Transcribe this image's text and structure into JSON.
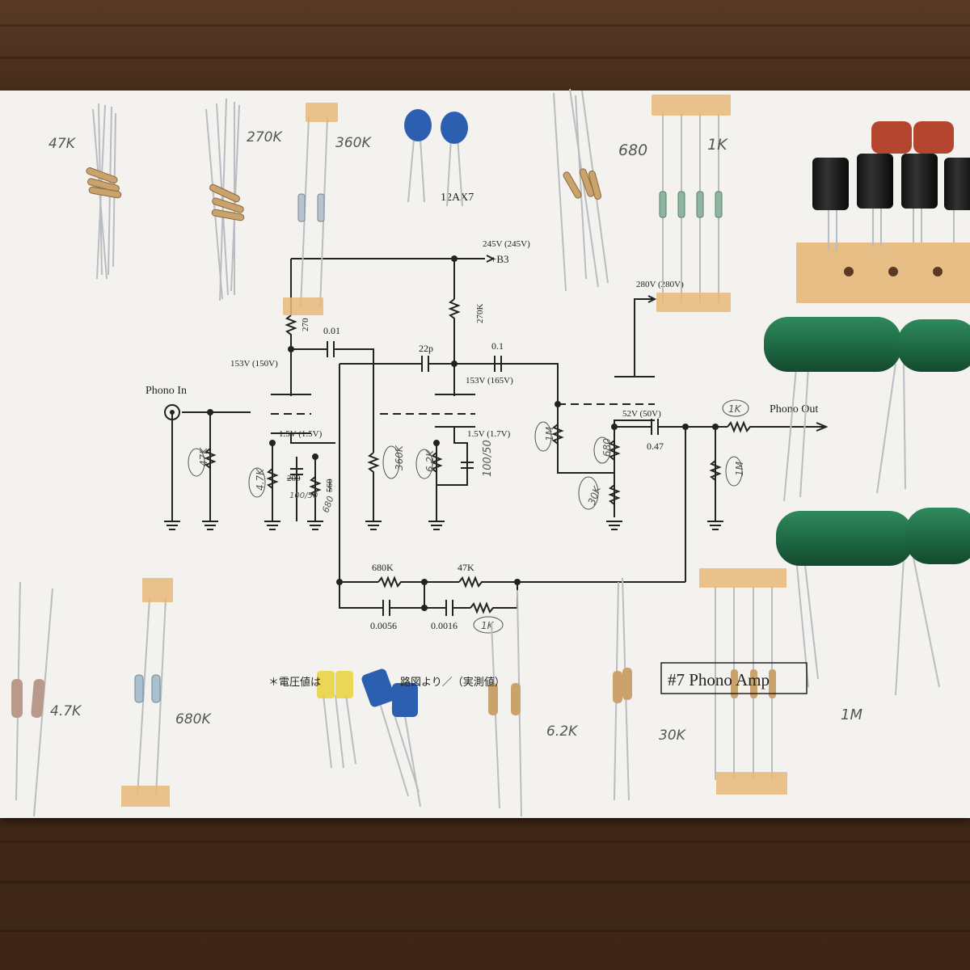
{
  "photo": {
    "handwritten_labels": {
      "r_47k": "47K",
      "r_270k": "270K",
      "r_360k": "360K",
      "r_680": "680",
      "r_1k": "1K",
      "r_4_7k": "4.7K",
      "r_680k": "680K",
      "r_6_2k": "6.2K",
      "r_30k": "30K",
      "r_1m": "1M"
    },
    "note_japanese": "＊電圧値は",
    "note_japanese_2": "路図より／（実測値）",
    "title_box": "#7 Phono Amp",
    "colors": {
      "paper": "#f3f2ee",
      "wood": "#3d2516",
      "green_cap": "#1f6b45",
      "blue_cap": "#2d5fb0",
      "red_cap": "#b5452e",
      "tape": "#e6b97a"
    }
  },
  "schematic": {
    "tube_label": "12AX7",
    "b3_voltage": "245V (245V)",
    "b3_label": "+B3",
    "supply_280": "280V (280V)",
    "v_plate1": "153V (150V)",
    "v_plate2": "153V (165V)",
    "v_cath1": "1.5V (1.5V)",
    "v_cath2": "1.5V (1.7V)",
    "v_cath3": "52V (50V)",
    "r_plate1": "270",
    "r_plate2": "270K",
    "c_coupling1": "0.01",
    "c_22p": "22p",
    "c_coupling2": "0.1",
    "c_out": "0.47",
    "r_out": "1K",
    "r_out_shunt": "1M",
    "r_grid": "1M",
    "r_cath3": "680",
    "r_cath3b": "30K",
    "r_in": "47K",
    "r_cath1": "4.7K",
    "c_cath1": "200",
    "c_cath1_new": "100/50",
    "r_cath1b": "560",
    "r_cath1b_new": "680",
    "r_mid": "360K",
    "r_cath2": "6.2K",
    "c_cath2": "100/50",
    "fb_r1": "680K",
    "fb_r2": "47K",
    "fb_c1": "0.0056",
    "fb_c2": "0.0016",
    "fb_r3": "1K",
    "phono_in": "Phono In",
    "phono_out": "Phono Out"
  }
}
